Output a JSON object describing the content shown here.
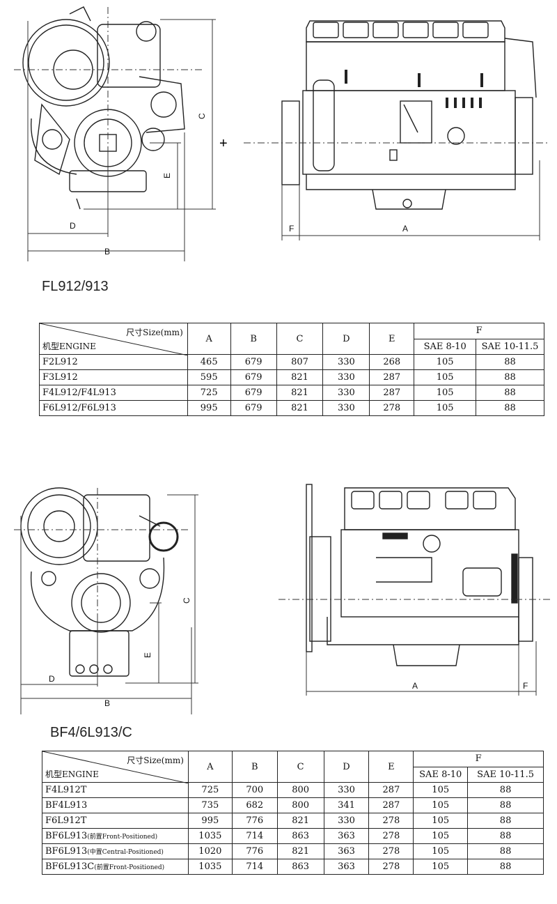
{
  "sections": [
    {
      "title": "FL912/913",
      "dim_labels": {
        "A": "A",
        "B": "B",
        "C": "C",
        "D": "D",
        "E": "E",
        "F": "F"
      },
      "table": {
        "header_size": "尺寸Size(mm)",
        "header_engine": "机型ENGINE",
        "columns": [
          "A",
          "B",
          "C",
          "D",
          "E"
        ],
        "f_header": "F",
        "f_sub": [
          "SAE 8-10",
          "SAE 10-11.5"
        ],
        "rows": [
          {
            "model": "F2L912",
            "note": "",
            "A": "465",
            "B": "679",
            "C": "807",
            "D": "330",
            "E": "268",
            "F1": "105",
            "F2": "88"
          },
          {
            "model": "F3L912",
            "note": "",
            "A": "595",
            "B": "679",
            "C": "821",
            "D": "330",
            "E": "287",
            "F1": "105",
            "F2": "88"
          },
          {
            "model": "F4L912/F4L913",
            "note": "",
            "A": "725",
            "B": "679",
            "C": "821",
            "D": "330",
            "E": "287",
            "F1": "105",
            "F2": "88"
          },
          {
            "model": "F6L912/F6L913",
            "note": "",
            "A": "995",
            "B": "679",
            "C": "821",
            "D": "330",
            "E": "278",
            "F1": "105",
            "F2": "88"
          }
        ]
      }
    },
    {
      "title": "BF4/6L913/C",
      "dim_labels": {
        "A": "A",
        "B": "B",
        "C": "C",
        "D": "D",
        "E": "E",
        "F": "F"
      },
      "table": {
        "header_size": "尺寸Size(mm)",
        "header_engine": "机型ENGINE",
        "columns": [
          "A",
          "B",
          "C",
          "D",
          "E"
        ],
        "f_header": "F",
        "f_sub": [
          "SAE 8-10",
          "SAE 10-11.5"
        ],
        "rows": [
          {
            "model": "F4L912T",
            "note": "",
            "A": "725",
            "B": "700",
            "C": "800",
            "D": "330",
            "E": "287",
            "F1": "105",
            "F2": "88"
          },
          {
            "model": "BF4L913",
            "note": "",
            "A": "735",
            "B": "682",
            "C": "800",
            "D": "341",
            "E": "287",
            "F1": "105",
            "F2": "88"
          },
          {
            "model": "F6L912T",
            "note": "",
            "A": "995",
            "B": "776",
            "C": "821",
            "D": "330",
            "E": "278",
            "F1": "105",
            "F2": "88"
          },
          {
            "model": "BF6L913",
            "note": "(前置Front-Positioned)",
            "A": "1035",
            "B": "714",
            "C": "863",
            "D": "363",
            "E": "278",
            "F1": "105",
            "F2": "88"
          },
          {
            "model": "BF6L913",
            "note": "(中置Central-Positioned)",
            "A": "1020",
            "B": "776",
            "C": "821",
            "D": "363",
            "E": "278",
            "F1": "105",
            "F2": "88"
          },
          {
            "model": "BF6L913C",
            "note": "(前置Front-Positioned)",
            "A": "1035",
            "B": "714",
            "C": "863",
            "D": "363",
            "E": "278",
            "F1": "105",
            "F2": "88"
          }
        ]
      }
    }
  ]
}
